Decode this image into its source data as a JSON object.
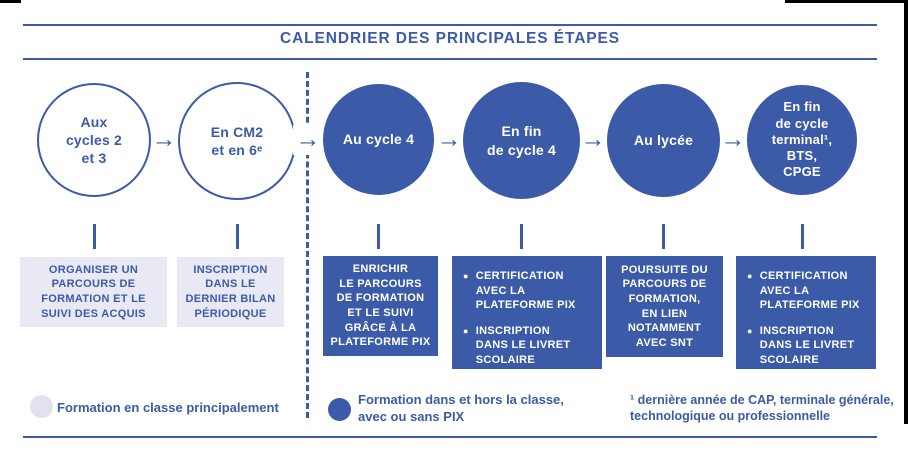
{
  "title": "CALENDRIER DES PRINCIPALES ÉTAPES",
  "colors": {
    "primary_blue": "#3b5ba8",
    "light_box": "#e9e9f4",
    "legend_light_circle": "#e2e2ee",
    "page_border": "#000000"
  },
  "arrow_glyph": "→",
  "bullet_glyph": "●",
  "stages": [
    {
      "circle": "Aux\ncycles 2\net 3",
      "style": "light",
      "box": "ORGANISER UN\nPARCOURS DE\nFORMATION ET LE\nSUIVI DES ACQUIS"
    },
    {
      "circle": "En CM2\net en 6ᵉ",
      "style": "light",
      "box": "INSCRIPTION\nDANS LE\nDERNIER BILAN\nPÉRIODIQUE"
    },
    {
      "circle": "Au cycle 4",
      "style": "dark",
      "box": "ENRICHIR\nLE PARCOURS\nDE FORMATION\nET LE SUIVI\nGRÂCE À LA\nPLATEFORME PIX"
    },
    {
      "circle": "En fin\nde cycle 4",
      "style": "dark",
      "box_bullets": [
        "CERTIFICATION\nAVEC LA\nPLATEFORME PIX",
        "INSCRIPTION\nDANS LE LIVRET\nSCOLAIRE"
      ]
    },
    {
      "circle": "Au lycée",
      "style": "dark",
      "box": "POURSUITE DU\nPARCOURS DE\nFORMATION,\nEN LIEN\nNOTAMMENT\nAVEC SNT"
    },
    {
      "circle": "En fin\nde cycle\nterminal¹,\nBTS,\nCPGE",
      "style": "dark",
      "box_bullets": [
        "CERTIFICATION\nAVEC LA\nPLATEFORME PIX",
        "INSCRIPTION\nDANS LE LIVRET\nSCOLAIRE"
      ]
    }
  ],
  "legend": {
    "light": "Formation en classe principalement",
    "dark": "Formation dans et hors la classe,\navec ou sans PIX"
  },
  "footnote": "¹ dernière année de CAP, terminale générale,\ntechnologique ou professionnelle"
}
